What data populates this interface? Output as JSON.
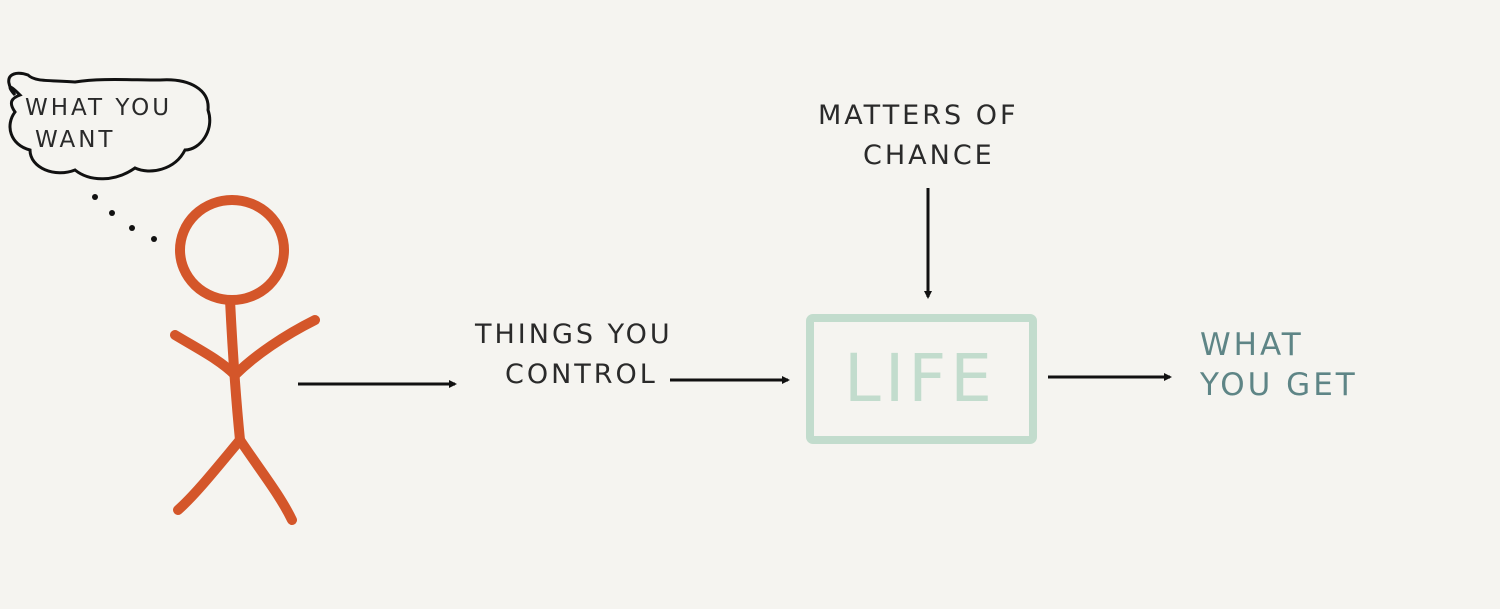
{
  "thought_bubble": {
    "text_line1": "What you",
    "text_line2": "want"
  },
  "labels": {
    "things_you_control_1": "Things you",
    "things_you_control_2": "control",
    "matters_of_chance_1": "Matters of",
    "matters_of_chance_2": "chance",
    "life": "LIFE",
    "what_you_get_1": "What",
    "what_you_get_2": "you get"
  },
  "colors": {
    "background": "#f5f4f0",
    "stick_figure": "#d4562a",
    "life_box": "#c2dccd",
    "what_you_get": "#5e8586",
    "ink": "#111111"
  }
}
